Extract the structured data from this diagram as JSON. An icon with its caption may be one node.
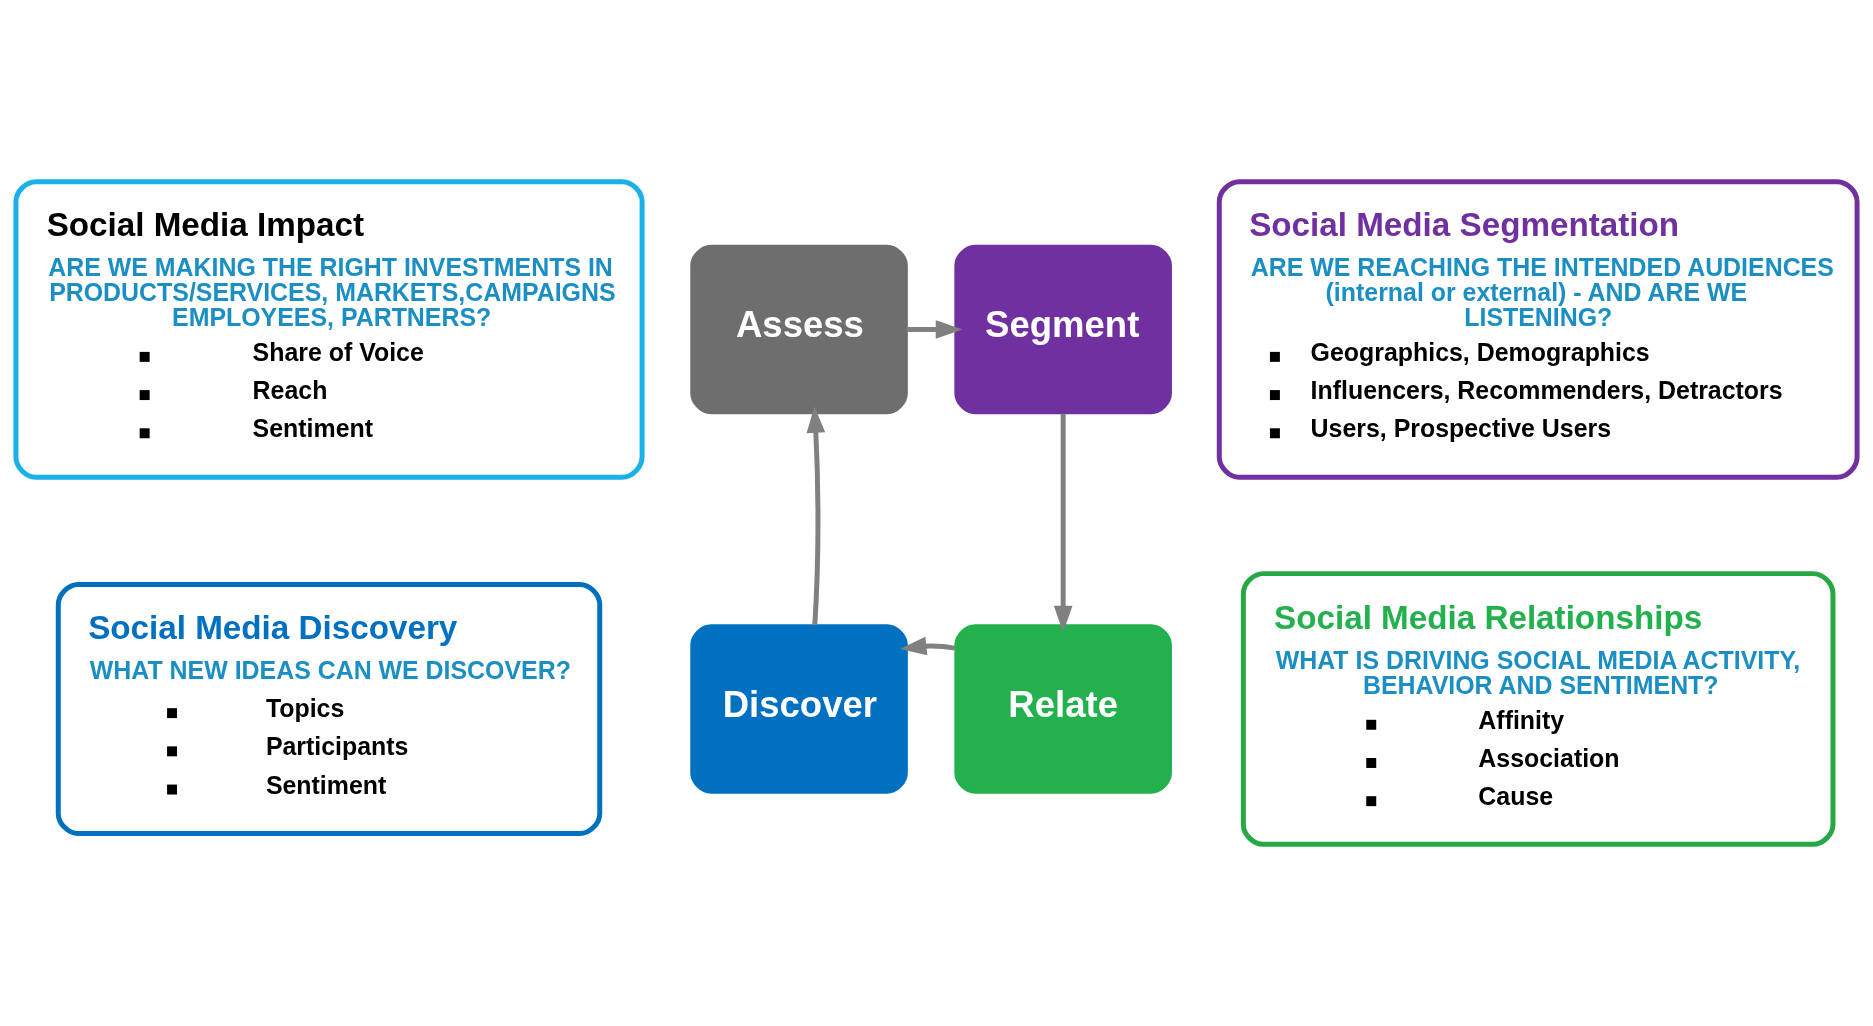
{
  "diagram": {
    "nodes": [
      {
        "text": [
          "Social Media Impact",
          "ARE WE MAKING THE RIGHT INVESTMENTS IN PRODUCTS/SERVICES, MARKETS,CAMPAIGNS EMPLOYEES, PARTNERS?",
          "Share of Voice",
          "Reach",
          "Sentiment"
        ]
      },
      {
        "text": [
          "Social Media Segmentation",
          "ARE WE REACHING THE INTENDED AUDIENCES (internal or external) - AND ARE WE LISTENING?",
          "Geographics, Demographics",
          "Influencers, Recommenders, Detractors",
          "Users, Prospective Users"
        ]
      },
      {
        "text": [
          "Social Media Discovery",
          "WHAT NEW IDEAS CAN WE DISCOVER?",
          "Topics",
          "Participants",
          "Sentiment"
        ]
      },
      {
        "text": [
          "Social Media Relationships",
          "WHAT IS DRIVING SOCIAL MEDIA ACTIVITY, BEHAVIOR AND SENTIMENT?",
          "Affinity",
          "Association",
          "Cause"
        ]
      },
      {
        "text": [
          "Assess"
        ]
      },
      {
        "text": [
          "Segment"
        ]
      },
      {
        "text": [
          "Discover"
        ]
      },
      {
        "text": [
          "Relate"
        ]
      }
    ],
    "edges": [
      {
        "from": 4,
        "to": 5,
        "arrow": "to"
      },
      {
        "from": 5,
        "to": 7,
        "arrow": "to"
      },
      {
        "from": 7,
        "to": 6,
        "arrow": "to"
      },
      {
        "from": 6,
        "to": 4,
        "arrow": "to"
      }
    ]
  }
}
